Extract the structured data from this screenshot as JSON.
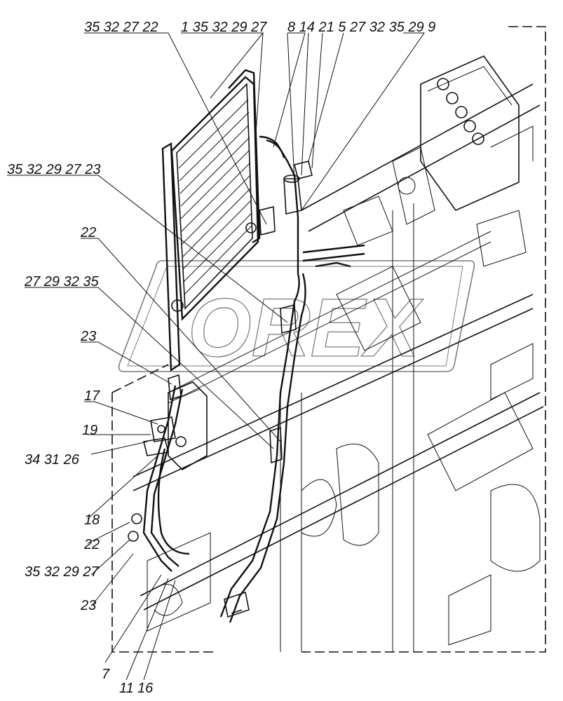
{
  "diagram": {
    "callouts_top": [
      "35 32 27 22",
      "1 35 32 29 27",
      "8 14 21 5 27 32 35 29 9"
    ],
    "callouts_left": [
      "35 32 29 27 23",
      "22",
      "27 29 32 35",
      "23",
      "17",
      "19",
      "34 31 26",
      "18",
      "22",
      "35 32 29 27",
      "23"
    ],
    "callouts_bottom": [
      "7",
      "11",
      "16"
    ],
    "watermark": "OREX"
  }
}
